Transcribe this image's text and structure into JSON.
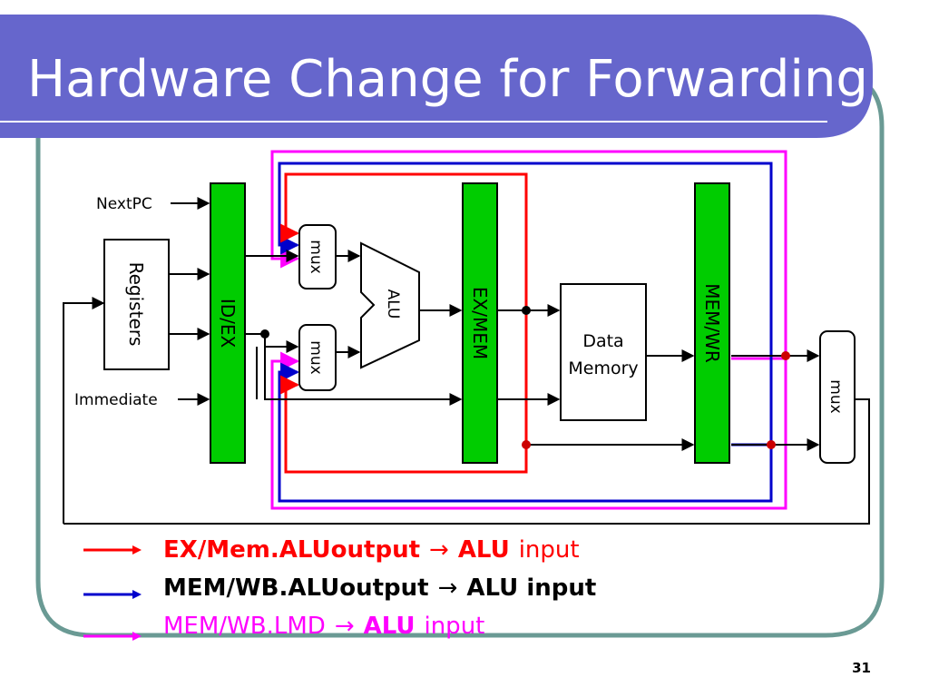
{
  "slide": {
    "title": "Hardware Change for Forwarding",
    "page_number": "31",
    "colors": {
      "title_bar": "#6666cc",
      "frame": "#6a9a94",
      "stage_green": "#00cc00",
      "red": "#ff0000",
      "blue": "#0000cc",
      "magenta": "#ff00ff"
    }
  },
  "diagram": {
    "labels": {
      "next_pc": "NextPC",
      "registers": "Registers",
      "immediate": "Immediate",
      "id_ex": "ID/EX",
      "mux_top": "mux",
      "mux_bottom": "mux",
      "alu": "ALU",
      "ex_mem": "EX/MEM",
      "data_memory_line1": "Data",
      "data_memory_line2": "Memory",
      "mem_wr": "MEM/WR",
      "mux_right": "mux"
    }
  },
  "legend": [
    {
      "color": "#ff0000",
      "part1": "EX/Mem.ALUoutput",
      "arrow": "→",
      "part2": "ALU",
      "part3": "input"
    },
    {
      "color": "#000000",
      "part1": "MEM/WB.ALUoutput",
      "arrow": "→",
      "part2": "ALU input",
      "part3": ""
    },
    {
      "color": "#ff00ff",
      "part1": "MEM/WB.LMD",
      "arrow": "→",
      "part2": "ALU",
      "part3": "input"
    }
  ]
}
